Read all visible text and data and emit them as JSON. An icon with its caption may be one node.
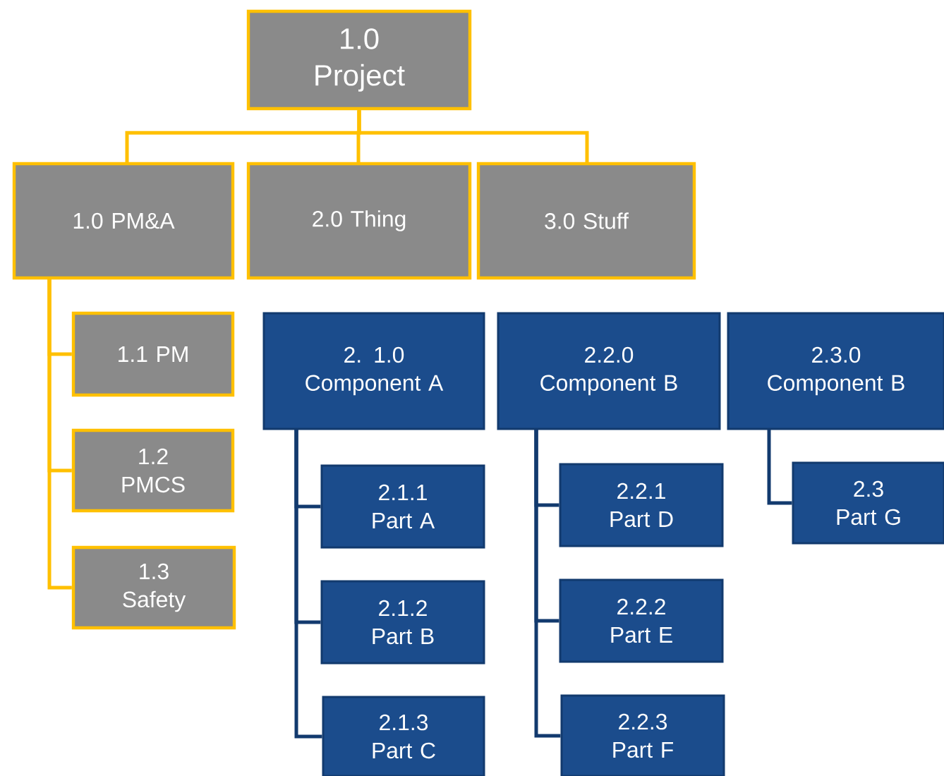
{
  "diagram": {
    "nodes": [
      {
        "text": [
          "1.0 Project"
        ]
      },
      {
        "text": [
          "1.0 PM&A"
        ]
      },
      {
        "text": [
          "2.0 Thing"
        ]
      },
      {
        "text": [
          "3.0 Stuff"
        ]
      },
      {
        "text": [
          "1.1 PM"
        ]
      },
      {
        "text": [
          "1.2 PMCS"
        ]
      },
      {
        "text": [
          "1.3 Safety"
        ]
      },
      {
        "text": [
          "2. 1.0 Component A"
        ]
      },
      {
        "text": [
          "2.2.0 Component B"
        ]
      },
      {
        "text": [
          "2.3.0 Component B"
        ]
      },
      {
        "text": [
          "2.1.1 Part A"
        ]
      },
      {
        "text": [
          "2.1.2 Part B"
        ]
      },
      {
        "text": [
          "2.1.3 Part C"
        ]
      },
      {
        "text": [
          "2.2.1 Part D"
        ]
      },
      {
        "text": [
          "2.2.2 Part E"
        ]
      },
      {
        "text": [
          "2.2.3 Part F"
        ]
      },
      {
        "text": [
          "2.3 Part G"
        ]
      }
    ],
    "edges": [
      {
        "from": 0,
        "to": 1,
        "arrow": "none",
        "color": "#ffc000"
      },
      {
        "from": 0,
        "to": 2,
        "arrow": "none",
        "color": "#ffc000"
      },
      {
        "from": 0,
        "to": 3,
        "arrow": "none",
        "color": "#ffc000"
      },
      {
        "from": 1,
        "to": 4,
        "arrow": "none",
        "color": "#ffc000"
      },
      {
        "from": 1,
        "to": 5,
        "arrow": "none",
        "color": "#ffc000"
      },
      {
        "from": 1,
        "to": 6,
        "arrow": "none",
        "color": "#ffc000"
      },
      {
        "from": 7,
        "to": 10,
        "arrow": "none"
      },
      {
        "from": 7,
        "to": 11,
        "arrow": "none"
      },
      {
        "from": 7,
        "to": 12,
        "arrow": "none"
      },
      {
        "from": 8,
        "to": 13,
        "arrow": "none"
      },
      {
        "from": 8,
        "to": 14,
        "arrow": "none"
      },
      {
        "from": 8,
        "to": 15,
        "arrow": "none"
      },
      {
        "from": 9,
        "to": 16,
        "arrow": "none"
      }
    ]
  }
}
